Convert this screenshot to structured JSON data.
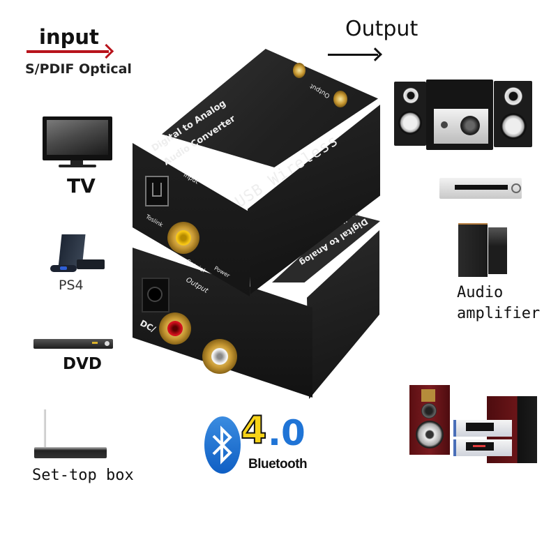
{
  "header": {
    "input_label": "input",
    "input_sublabel": "S/PDIF Optical",
    "output_label": "Output",
    "arrow_colors": {
      "input": "#b8141c",
      "output": "#111111"
    }
  },
  "input_devices": [
    {
      "label": "TV",
      "icon": "tv-icon"
    },
    {
      "label": "PS4",
      "icon": "game-console-icon"
    },
    {
      "label": "DVD",
      "icon": "dvd-player-icon"
    },
    {
      "label": "Set-top box",
      "icon": "set-top-box-icon"
    }
  ],
  "output_devices": [
    {
      "label": "",
      "icon": "computer-speakers-icon"
    },
    {
      "label": "",
      "icon": "av-receiver-icon"
    },
    {
      "label_line1": "Audio",
      "label_line2": "amplifier",
      "icon": "subwoofer-speaker-icon"
    },
    {
      "label": "",
      "icon": "hifi-system-icon"
    }
  ],
  "product": {
    "top_unit": {
      "title_line1": "Digital to Analog",
      "title_line2": "Audio Converter",
      "feature": "USB Wireless",
      "port_input": "Input",
      "port_toslink": "Toslink",
      "port_coaxial": "Coaxial",
      "port_power": "Power",
      "port_output": "Output"
    },
    "bottom_unit": {
      "port_output": "Output",
      "port_dc": "DC/",
      "side_line1": "Digital to Analog",
      "side_line2": "Audio Converter"
    },
    "jack_colors": {
      "coaxial": "#f7c615",
      "left": "#d4101d",
      "right": "#f4f4f4",
      "gold": "#c99a34"
    }
  },
  "badge": {
    "version_major": "4",
    "version_minor": ".0",
    "word": "Bluetooth",
    "colors": {
      "oval": "#1f74d6",
      "four": "#f7d318",
      "zero": "#1f74d6"
    }
  }
}
